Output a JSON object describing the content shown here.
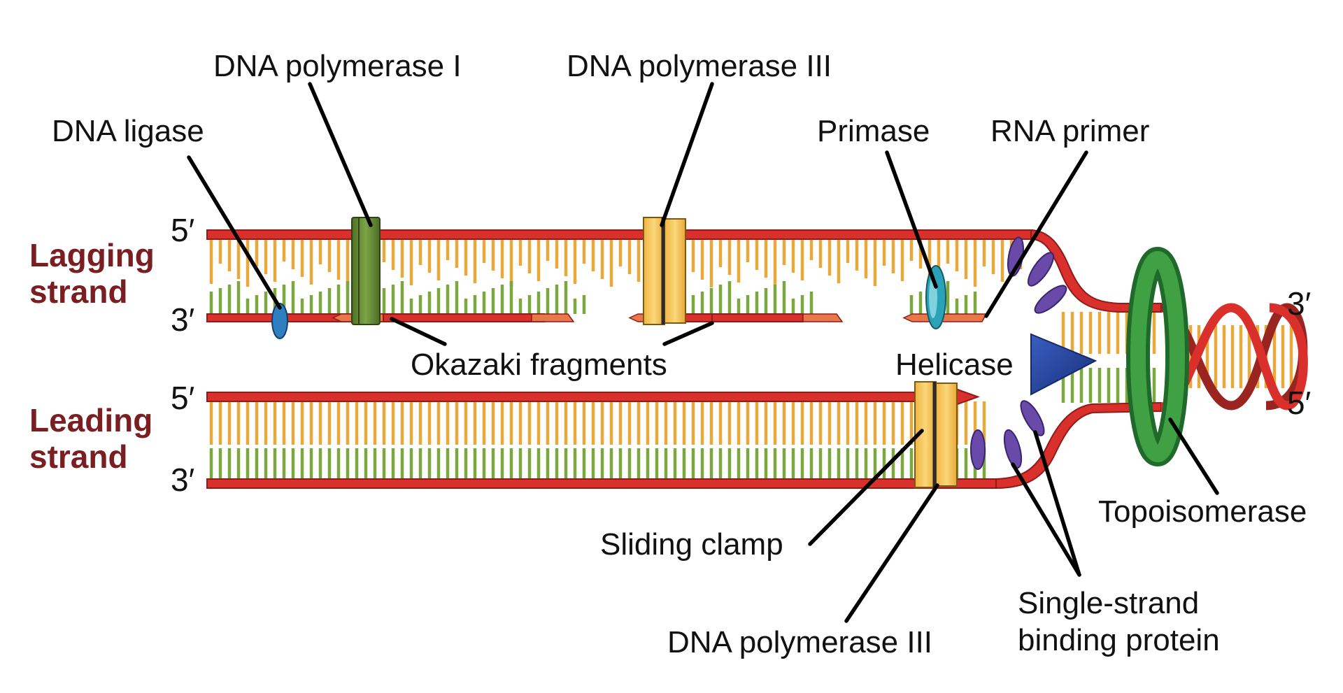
{
  "labels": {
    "dna_ligase": "DNA ligase",
    "dna_pol_1": "DNA polymerase I",
    "dna_pol_3_top": "DNA polymerase III",
    "primase": "Primase",
    "rna_primer": "RNA primer",
    "okazaki": "Okazaki fragments",
    "helicase": "Helicase",
    "sliding_clamp": "Sliding clamp",
    "dna_pol_3_bottom": "DNA polymerase III",
    "topoisomerase": "Topoisomerase",
    "ssb_line1": "Single-strand",
    "ssb_line2": "binding protein"
  },
  "strands": {
    "lagging_line1": "Lagging",
    "lagging_line2": "strand",
    "leading_line1": "Leading",
    "leading_line2": "strand"
  },
  "ends": {
    "lag_top": "5′",
    "lag_bottom": "3′",
    "lead_top": "5′",
    "lead_bottom": "3′",
    "right_top": "3′",
    "right_bottom": "5′"
  },
  "colors": {
    "backbone": "#d9302c",
    "backbone_dark": "#8e1c1a",
    "base_orange": "#e8a93a",
    "base_green": "#7aa83e",
    "rna_primer": "#e8784a",
    "dna_polymerase_i": "#6b8f3a",
    "dna_polymerase_iii": "#f5c45a",
    "ligase": "#2f7fc0",
    "primase": "#2aa3b8",
    "helicase": "#1f3f9a",
    "ssb": "#6a4aa8",
    "topoisomerase": "#2e8a3a",
    "strand_label": "#7a1e22"
  }
}
